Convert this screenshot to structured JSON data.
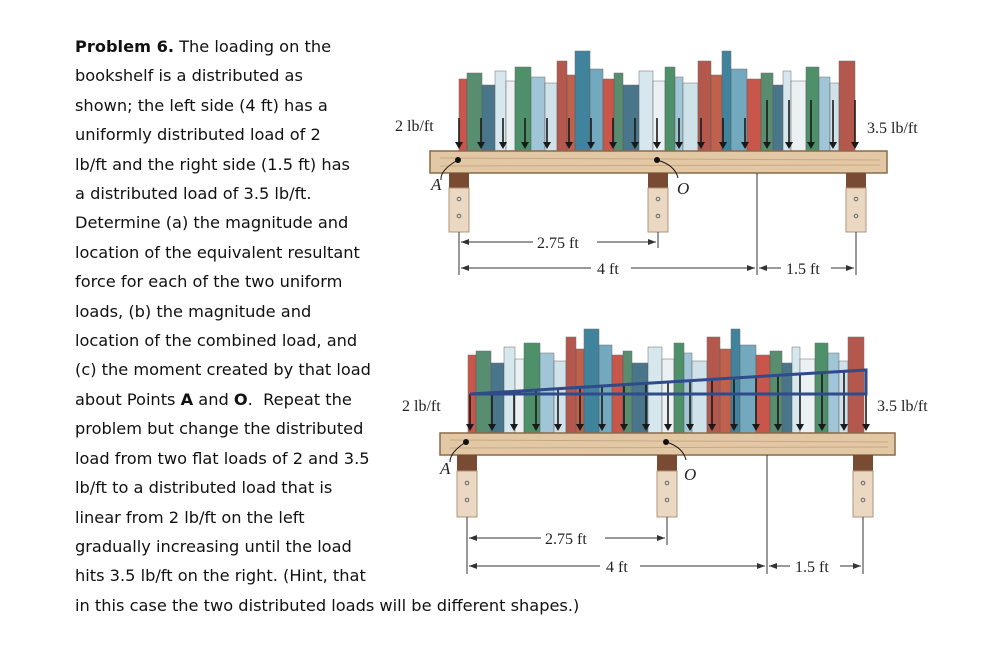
{
  "problem": {
    "lines": [
      {
        "bold": "Problem 6.",
        "text": " The loading on the"
      },
      {
        "text": "bookshelf is a distributed as"
      },
      {
        "text": "shown; the left side (4 ft) has a"
      },
      {
        "text": "uniformly distributed load of 2"
      },
      {
        "text": "lb/ft and the right side (1.5 ft) has"
      },
      {
        "text": "a distributed load of 3.5 lb/ft."
      },
      {
        "text": "Determine (a) the magnitude and"
      },
      {
        "text": "location of the equivalent resultant"
      },
      {
        "text": "force for each of the two uniform"
      },
      {
        "text": "loads, (b) the magnitude and"
      },
      {
        "text": "location of the combined load, and"
      },
      {
        "text": "(c) the moment created by that load"
      },
      {
        "text": "about Points ",
        "bold2": "A",
        "text2": " and ",
        "bold3": "O",
        "text3": ".  Repeat the"
      },
      {
        "text": "problem but change the distributed"
      },
      {
        "text": "load from two flat loads of 2 and 3.5"
      },
      {
        "text": "lb/ft to a distributed load that is"
      },
      {
        "text": "linear from 2 lb/ft on the left"
      },
      {
        "text": "gradually increasing until the load"
      },
      {
        "text": "hits 3.5 lb/ft on the right. (Hint, that"
      }
    ],
    "tail": "in this case the two distributed loads will be different shapes.)"
  },
  "figure_top": {
    "left_load": "2 lb/ft",
    "right_load": "3.5 lb/ft",
    "point_a": "A",
    "point_o": "O",
    "dim_ao": "2.75 ft",
    "dim_left": "4 ft",
    "dim_right": "1.5 ft"
  },
  "figure_bottom": {
    "left_load": "2 lb/ft",
    "right_load": "3.5 lb/ft",
    "point_a": "A",
    "point_o": "O",
    "dim_ao": "2.75 ft",
    "dim_left": "4 ft",
    "dim_right": "1.5 ft"
  },
  "colors": {
    "shelf": "#e3c8a6",
    "shelf_edge": "#8a6a48",
    "bracket": "#7a4b33",
    "support": "#ead8c2",
    "load_box": "#2f4b8a",
    "arrow": "#1a1a1a",
    "books": [
      "#c0392b",
      "#2e7d4f",
      "#1f6e8c",
      "#cfe3ec",
      "#a83b2e",
      "#3b7a57",
      "#8fbcd0",
      "#5a9bb5",
      "#e8eef0",
      "#b5462f",
      "#2b5f78",
      "#c7dde7"
    ]
  }
}
